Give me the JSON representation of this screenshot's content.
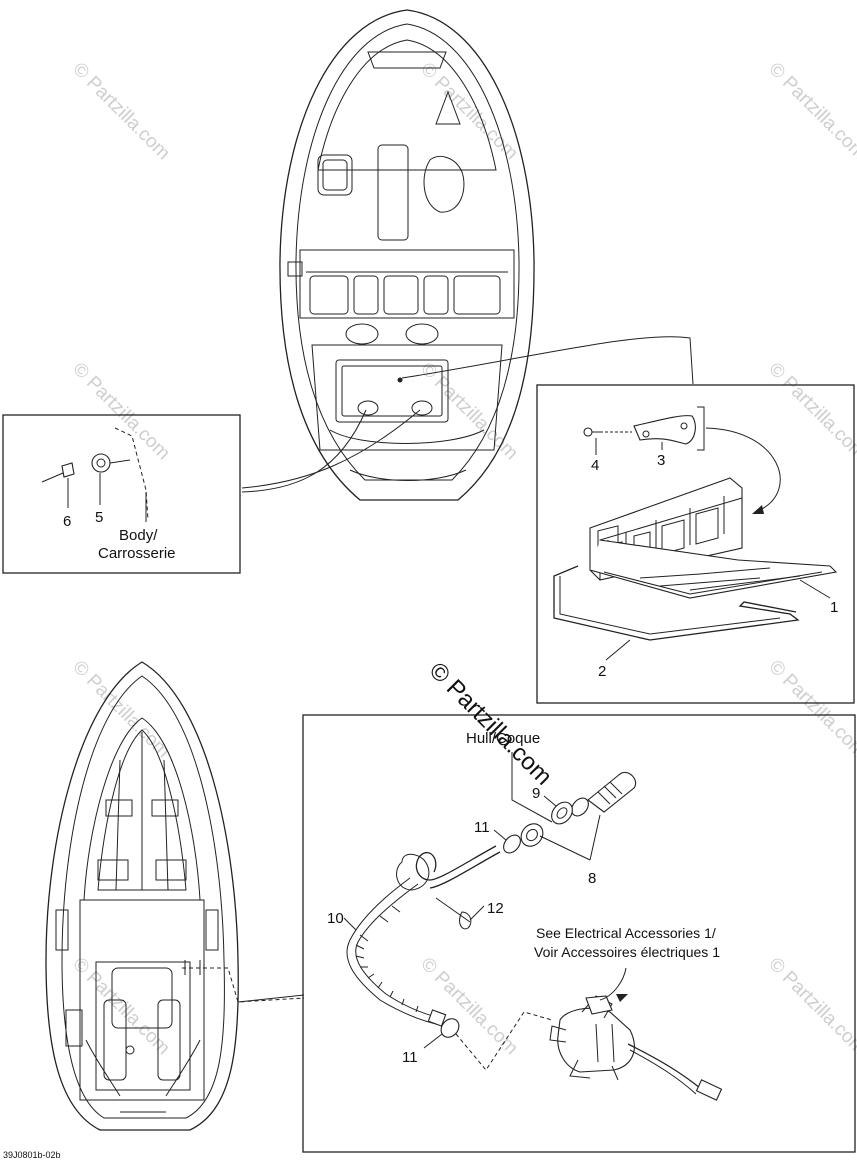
{
  "diagram": {
    "watermark": "© Partzilla.com",
    "reference_code": "39J0801b-02b",
    "detail_body": {
      "callouts": [
        "6",
        "5"
      ],
      "label_line1": "Body/",
      "label_line2": "Carrosserie"
    },
    "detail_storage": {
      "callouts": [
        "4",
        "3",
        "1",
        "2"
      ]
    },
    "detail_bilge": {
      "hull_label": "Hull/Coque",
      "callouts": [
        "9",
        "11",
        "8",
        "12",
        "10",
        "11"
      ],
      "note_line1": "See Electrical Accessories 1/",
      "note_line2": "Voir Accessoires électriques 1"
    }
  }
}
